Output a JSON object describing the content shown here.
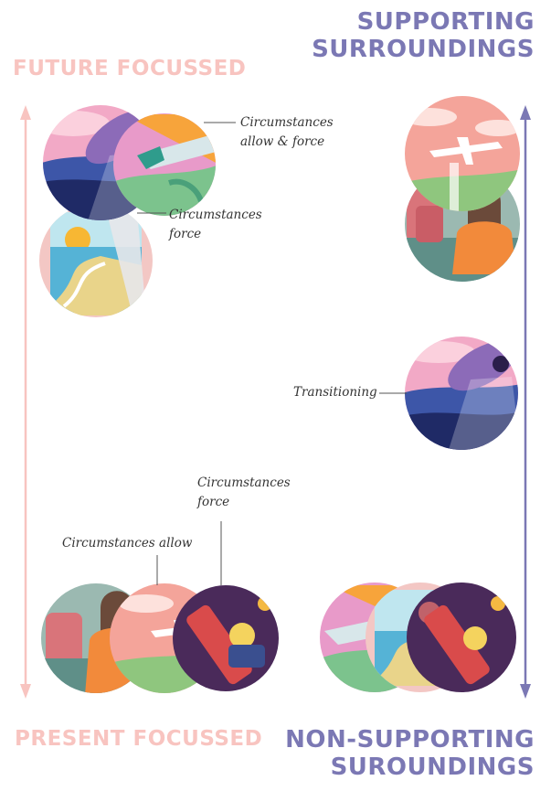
{
  "axis_labels": {
    "top_left": "FUTURE FOCUSSED",
    "bottom_left": "PRESENT FOCUSSED",
    "top_right_line1": "SUPPORTING",
    "top_right_line2": "SURROUNDINGS",
    "bottom_right_line1": "NON-SUPPORTING",
    "bottom_right_line2": "SUROUNDINGS"
  },
  "annotations": {
    "top_a_line1": "Circumstances",
    "top_a_line2": "allow & force",
    "top_b_line1": "Circumstances",
    "top_b_line2": "force",
    "middle": "Transitioning",
    "bottom_force_line1": "Circumstances",
    "bottom_force_line2": "force",
    "bottom_allow": "Circumstances allow"
  },
  "colors": {
    "present_axis": "#f8c4c0",
    "surroundings_axis": "#7b78b4"
  },
  "illustrations": [
    "submarine-scene",
    "airplane-wing-scene",
    "window-beach-scene",
    "plane-in-sky-scene",
    "woman-on-plane-scene",
    "night-plane-scene"
  ]
}
